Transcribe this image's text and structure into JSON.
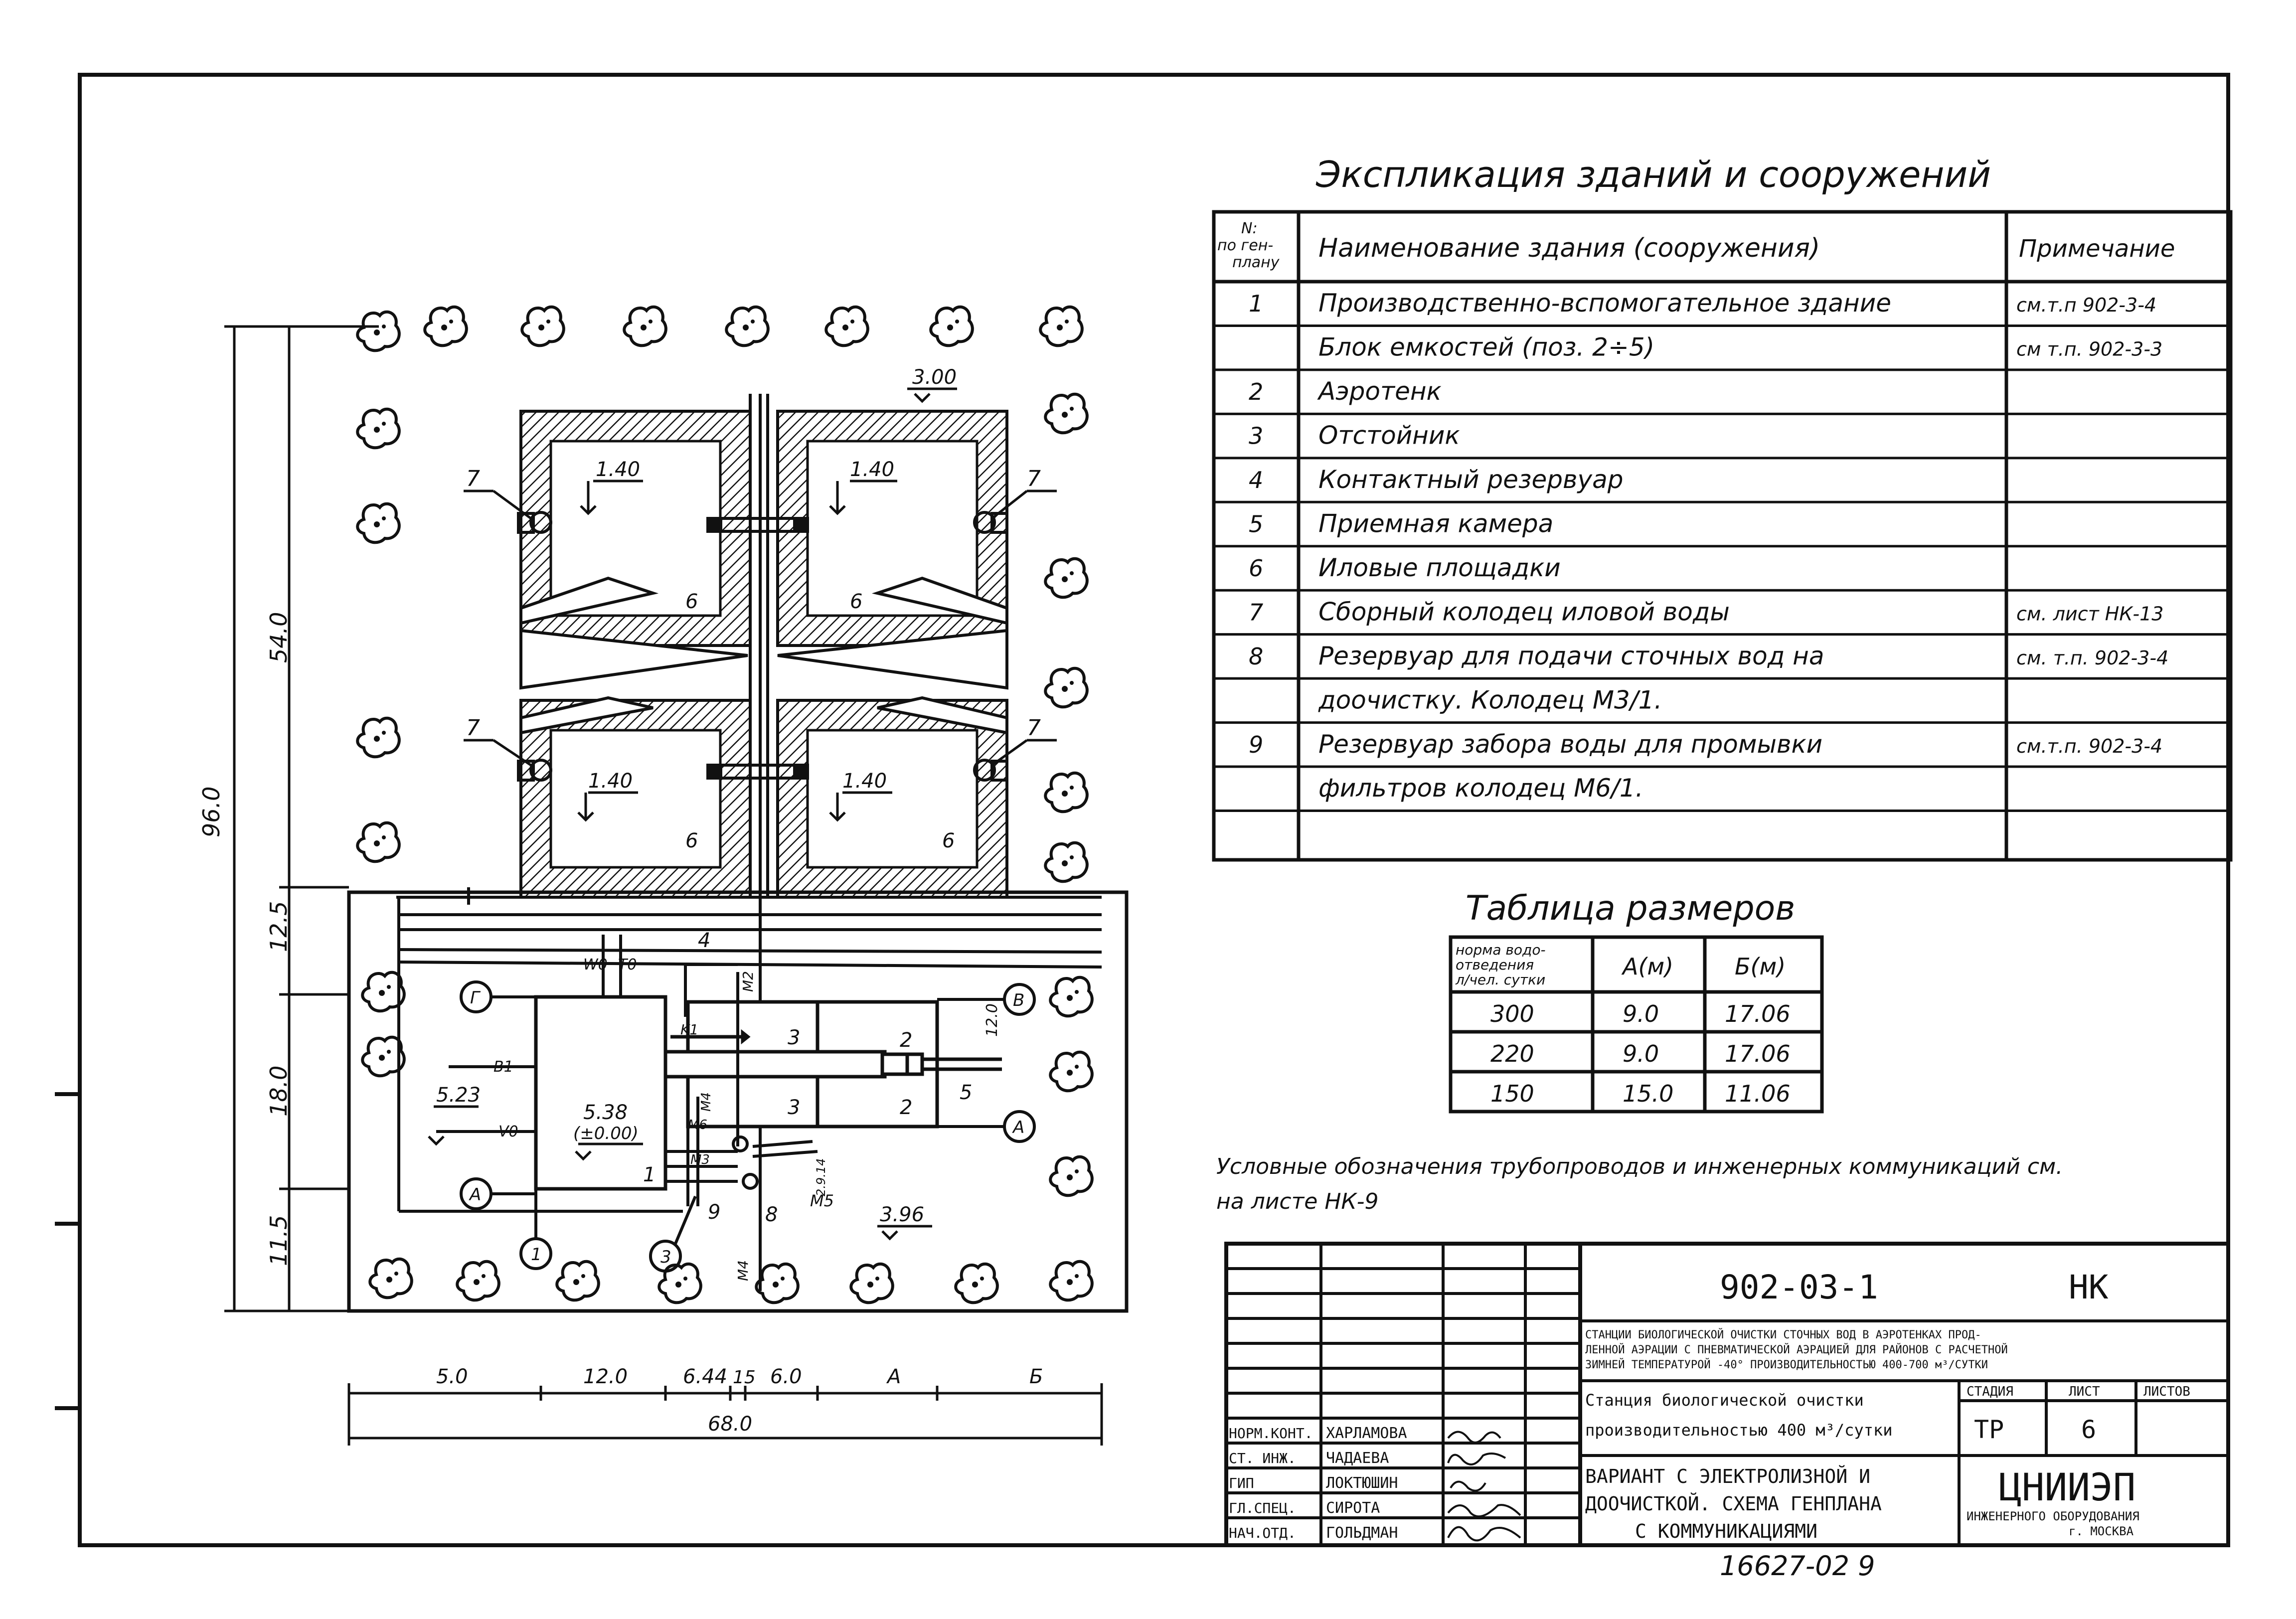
{
  "explication": {
    "title": "Экспликация зданий и сооружений",
    "headers": {
      "num": [
        "N:",
        "по ген-",
        "плану"
      ],
      "name": "Наименование здания (сооружения)",
      "note": "Примечание"
    },
    "rows": [
      {
        "num": "1",
        "name": "Производственно-вспомогательное здание",
        "note": "см.т.п 902-3-4"
      },
      {
        "num": "",
        "name": "Блок емкостей (поз. 2÷5)",
        "note": "см т.п. 902-3-3"
      },
      {
        "num": "2",
        "name": "Аэротенк",
        "note": ""
      },
      {
        "num": "3",
        "name": "Отстойник",
        "note": ""
      },
      {
        "num": "4",
        "name": "Контактный резервуар",
        "note": ""
      },
      {
        "num": "5",
        "name": "Приемная камера",
        "note": ""
      },
      {
        "num": "6",
        "name": "Иловые площадки",
        "note": ""
      },
      {
        "num": "7",
        "name": "Сборный колодец иловой воды",
        "note": "см. лист НК-13"
      },
      {
        "num": "8",
        "name": "Резервуар для подачи сточных вод на",
        "note": "см. т.п. 902-3-4"
      },
      {
        "num": "",
        "name": "доочистку. Колодец М3/1.",
        "note": ""
      },
      {
        "num": "9",
        "name": "Резервуар забора воды для промывки",
        "note": "см.т.п. 902-3-4"
      },
      {
        "num": "",
        "name": "фильтров колодец М6/1.",
        "note": ""
      },
      {
        "num": "",
        "name": "",
        "note": ""
      }
    ]
  },
  "sizes_table": {
    "title": "Таблица размеров",
    "headers": {
      "norm": [
        "норма водо-",
        "отведения",
        "л/чел. сутки"
      ],
      "a": "А(м)",
      "b": "Б(м)"
    },
    "rows": [
      {
        "norm": "300",
        "a": "9.0",
        "b": "17.06"
      },
      {
        "norm": "220",
        "a": "9.0",
        "b": "17.06"
      },
      {
        "norm": "150",
        "a": "15.0",
        "b": "11.06"
      }
    ]
  },
  "legend_note": {
    "line1": "Условные обозначения трубопроводов и инженерных коммуникаций см.",
    "line2": "на листе НК-9"
  },
  "plan": {
    "dims_vertical": {
      "total": "96.0",
      "d1": "54.0",
      "d2": "12.5",
      "d3": "18.0",
      "d4": "11.5"
    },
    "dims_bottom": {
      "d1": "5.0",
      "d2": "12.0",
      "d3": "6.44",
      "d4": "15",
      "d5": "6.0",
      "d6": "А",
      "d7": "Б",
      "total": "68.0"
    },
    "elevations": {
      "top": "3.00",
      "sludge_tl": "1.40",
      "sludge_tr": "1.40",
      "sludge_bl": "1.40",
      "sludge_br": "1.40",
      "left": "5.23",
      "building": "5.38",
      "building_zero": "(±0.00)",
      "right": "3.96"
    },
    "labels": {
      "six_tl": "6",
      "six_tr": "6",
      "six_bl": "6",
      "six_br": "6",
      "seven_tl": "7",
      "seven_tr": "7",
      "seven_bl": "7",
      "seven_br": "7",
      "n1": "1",
      "n2a": "2",
      "n2b": "2",
      "n3a": "3",
      "n3b": "3",
      "n4": "4",
      "n5": "5",
      "n8": "8",
      "n9": "9",
      "w0": "W0",
      "t0": "T0",
      "b1": "B1",
      "v0": "V0",
      "k1": "K1",
      "m2": "M2",
      "m4a": "M4",
      "m4b": "M4",
      "m6": "M6",
      "m3": "M3",
      "m5": "M5",
      "dim_12": "12.0",
      "dim_29": "2.9.14",
      "axis_g": "Г",
      "axis_a": "А",
      "axis_v": "В",
      "axis_a2": "А",
      "axis_1": "1",
      "axis_3": "3"
    }
  },
  "title_block": {
    "code": "902-03-1",
    "section": "НК",
    "desc_lines": [
      "СТАНЦИИ БИОЛОГИЧЕСКОЙ ОЧИСТКИ СТОЧНЫХ ВОД В АЭРОТЕНКАХ ПРОД-",
      "ЛЕННОЙ АЭРАЦИИ С ПНЕВМАТИЧЕСКОЙ АЭРАЦИЕЙ ДЛЯ РАЙОНОВ С РАСЧЕТНОЙ",
      "ЗИМНЕЙ ТЕМПЕРАТУРОЙ -40° ПРОИЗВОДИТЕЛЬНОСТЬЮ 400-700 м³/СУТКИ"
    ],
    "station_lines": [
      "Станция биологической очистки",
      "производительностью 400 м³/сутки"
    ],
    "stage_label": "СТАДИЯ",
    "sheet_label": "ЛИСТ",
    "sheets_label": "ЛИСТОВ",
    "stage": "ТР",
    "sheet": "6",
    "sheets": "",
    "variant_lines": [
      "ВАРИАНТ С ЭЛЕКТРОЛИЗНОЙ И",
      "ДООЧИСТКОЙ. СХЕМА ГЕНПЛАНА",
      "С КОММУНИКАЦИЯМИ"
    ],
    "org": "ЦНИИЭП",
    "org_lines": [
      "ИНЖЕНЕРНОГО ОБОРУДОВАНИЯ",
      "г. МОСКВА"
    ],
    "staff": [
      {
        "role": "НОРМ.КОНТ.",
        "name": "ХАРЛАМОВА"
      },
      {
        "role": "СТ. ИНЖ.",
        "name": "ЧАДАЕВА"
      },
      {
        "role": "ГИП",
        "name": "ЛОКТЮШИН"
      },
      {
        "role": "ГЛ.СПЕЦ.",
        "name": "СИРОТА"
      },
      {
        "role": "НАЧ.ОТД.",
        "name": "ГОЛЬДМАН"
      }
    ],
    "archive_number": "16627-02 9"
  }
}
